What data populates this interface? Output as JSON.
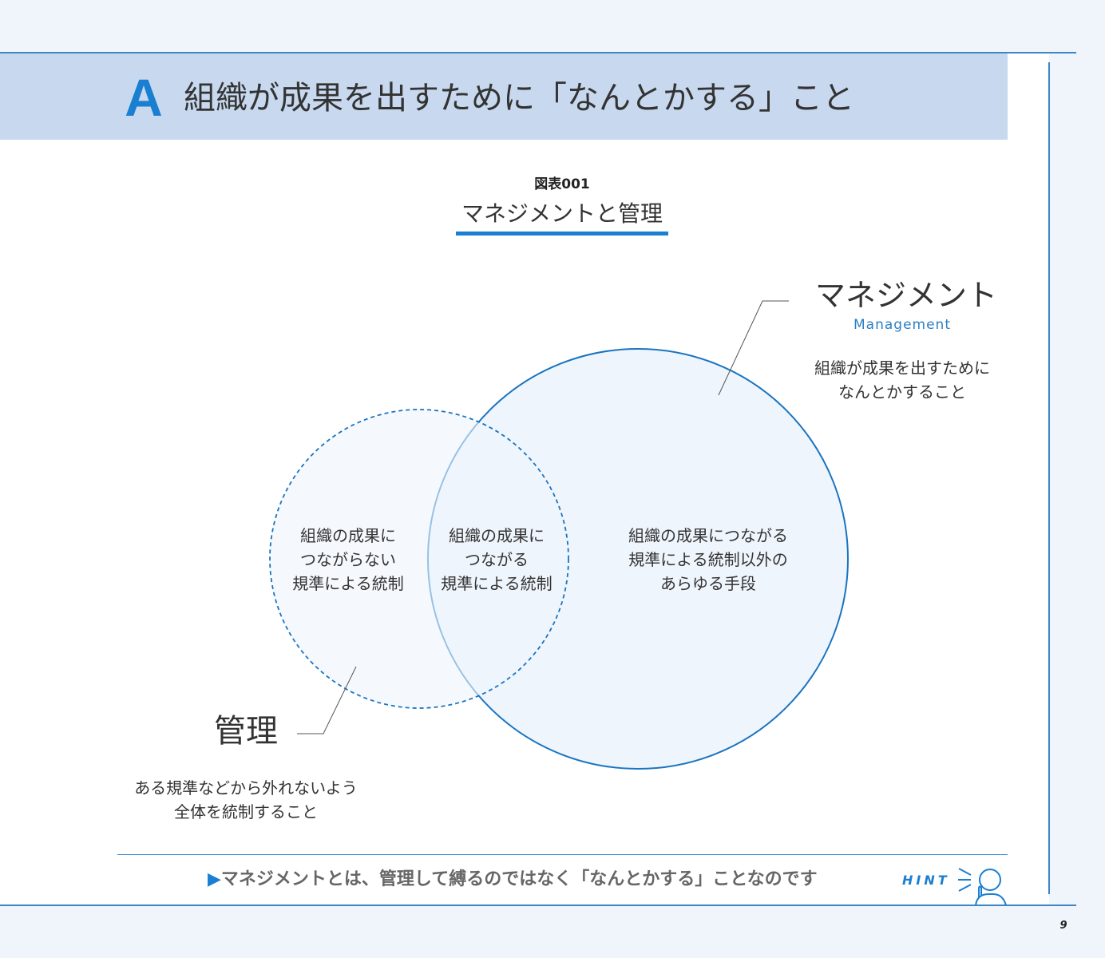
{
  "section": {
    "letter": "A",
    "title": "組織が成果を出すために「なんとかする」こと"
  },
  "figure": {
    "number": "図表001",
    "title": "マネジメントと管理"
  },
  "diagram": {
    "management": {
      "heading": "マネジメント",
      "english": "Management",
      "description": "組織が成果を出すために\nなんとかすること"
    },
    "kanri": {
      "heading": "管理",
      "description": "ある規準などから外れないよう\n全体を統制すること"
    },
    "regions": {
      "left": "組織の成果に\nつながらない\n規準による統制",
      "middle": "組織の成果に\nつながる\n規準による統制",
      "right": "組織の成果につながる\n規準による統制以外の\nあらゆる手段"
    }
  },
  "hint": {
    "arrow": "▶",
    "text": "マネジメントとは、管理して縛るのではなく「なんとかする」ことなのです",
    "label": "HINT",
    "figure_icon": "thinking-person-icon"
  },
  "page_number": "9",
  "colors": {
    "accent": "#1a7fd0",
    "header_band": "#c8d9ef",
    "rule": "#3a86c8",
    "circle_fill": "#eff5fc",
    "background": "#f0f4fb"
  }
}
